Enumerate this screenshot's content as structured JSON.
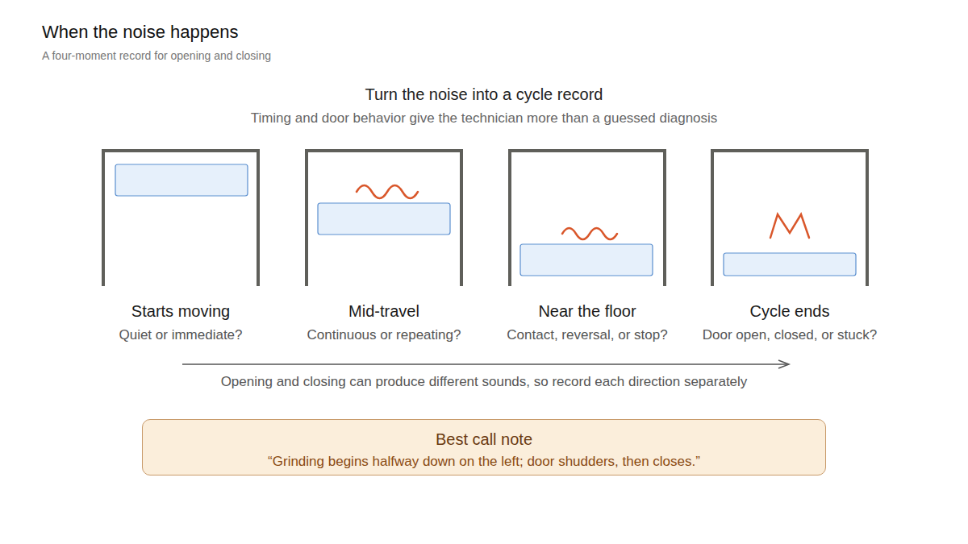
{
  "diagram": {
    "title": "When the noise happens",
    "nodes": [
      {
        "text": [
          "Starts moving",
          "Quiet or immediate?"
        ]
      },
      {
        "text": [
          "Mid-travel",
          "Continuous or repeating?"
        ]
      },
      {
        "text": [
          "Near the floor",
          "Contact, reversal, or stop?"
        ]
      },
      {
        "text": [
          "Cycle ends",
          "Door open, closed, or stuck?"
        ]
      },
      {
        "text": [
          "Best call note",
          "“Grinding begins halfway down on the left; door shudders, then closes.”"
        ]
      }
    ],
    "labels": [
      "A four-moment record for opening and closing",
      "Turn the noise into a cycle record",
      "Timing and door behavior give the technician more than a guessed diagnosis",
      "Opening and closing can produce different sounds, so record each direction separately"
    ]
  }
}
